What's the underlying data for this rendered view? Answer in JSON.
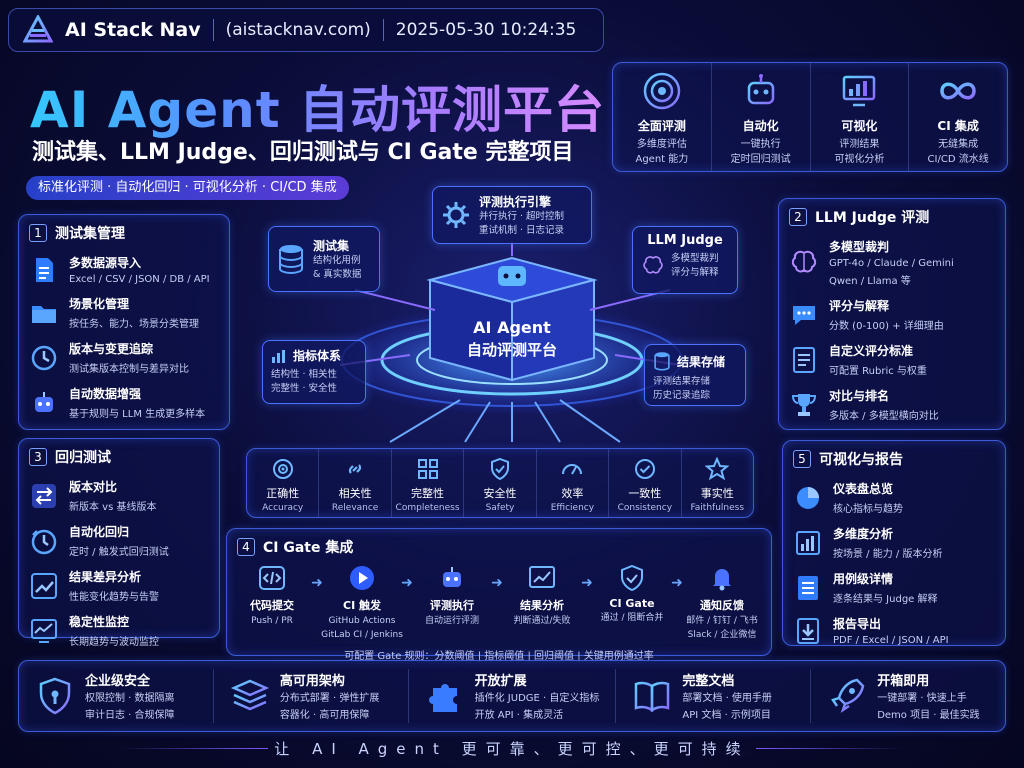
{
  "topbar": {
    "brand": "AI Stack Nav",
    "domain": "(aistacknav.com)",
    "datetime": "2025-05-30 10:24:35"
  },
  "hero": {
    "title": "AI Agent 自动评测平台",
    "subtitle": "测试集、LLM Judge、回归测试与 CI Gate 完整项目",
    "tagline": "标准化评测 · 自动化回归 · 可视化分析 · CI/CD 集成"
  },
  "features": [
    {
      "icon": "target-icon",
      "title": "全面评测",
      "desc1": "多维度评估",
      "desc2": "Agent 能力"
    },
    {
      "icon": "robot-icon",
      "title": "自动化",
      "desc1": "一键执行",
      "desc2": "定时回归测试"
    },
    {
      "icon": "chart-icon",
      "title": "可视化",
      "desc1": "评测结果",
      "desc2": "可视化分析"
    },
    {
      "icon": "infinity-icon",
      "title": "CI 集成",
      "desc1": "无缝集成",
      "desc2": "CI/CD 流水线"
    }
  ],
  "section1": {
    "num": "1",
    "title": "测试集管理",
    "items": [
      {
        "icon": "document-icon",
        "title": "多数据源导入",
        "desc": "Excel / CSV / JSON / DB / API"
      },
      {
        "icon": "folder-icon",
        "title": "场景化管理",
        "desc": "按任务、能力、场景分类管理"
      },
      {
        "icon": "clock-icon",
        "title": "版本与变更追踪",
        "desc": "测试集版本控制与差异对比"
      },
      {
        "icon": "robot-icon",
        "title": "自动数据增强",
        "desc": "基于规则与 LLM 生成更多样本"
      }
    ]
  },
  "section2": {
    "num": "2",
    "title": "LLM Judge 评测",
    "items": [
      {
        "icon": "brain-icon",
        "title": "多模型裁判",
        "desc": "GPT-4o / Claude / Gemini",
        "desc2": "Qwen / Llama 等"
      },
      {
        "icon": "chat-icon",
        "title": "评分与解释",
        "desc": "分数 (0-100) + 详细理由"
      },
      {
        "icon": "checklist-icon",
        "title": "自定义评分标准",
        "desc": "可配置 Rubric 与权重"
      },
      {
        "icon": "trophy-icon",
        "title": "对比与排名",
        "desc": "多版本 / 多模型横向对比"
      }
    ]
  },
  "section3": {
    "num": "3",
    "title": "回归测试",
    "items": [
      {
        "icon": "compare-icon",
        "title": "版本对比",
        "desc": "新版本 vs 基线版本"
      },
      {
        "icon": "timer-icon",
        "title": "自动化回归",
        "desc": "定时 / 触发式回归测试"
      },
      {
        "icon": "trend-icon",
        "title": "结果差异分析",
        "desc": "性能变化趋势与告警"
      },
      {
        "icon": "monitor-icon",
        "title": "稳定性监控",
        "desc": "长期趋势与波动监控"
      }
    ]
  },
  "section5": {
    "num": "5",
    "title": "可视化与报告",
    "items": [
      {
        "icon": "pie-icon",
        "title": "仪表盘总览",
        "desc": "核心指标与趋势"
      },
      {
        "icon": "bar-icon",
        "title": "多维度分析",
        "desc": "按场景 / 能力 / 版本分析"
      },
      {
        "icon": "list-icon",
        "title": "用例级详情",
        "desc": "逐条结果与 Judge 解释"
      },
      {
        "icon": "download-icon",
        "title": "报告导出",
        "desc": "PDF / Excel / JSON / API"
      }
    ]
  },
  "center": {
    "core_label1": "AI Agent",
    "core_label2": "自动评测平台",
    "engine": {
      "title": "评测执行引擎",
      "desc1": "并行执行 · 超时控制",
      "desc2": "重试机制 · 日志记录"
    },
    "testset": {
      "title": "测试集",
      "desc1": "结构化用例",
      "desc2": "& 真实数据"
    },
    "judge": {
      "title": "LLM Judge",
      "desc1": "多模型裁判",
      "desc2": "评分与解释"
    },
    "metrics": {
      "title": "指标体系",
      "desc1": "结构性 · 相关性",
      "desc2": "完整性 · 安全性"
    },
    "storage": {
      "title": "结果存储",
      "desc1": "评测结果存储",
      "desc2": "历史记录追踪"
    }
  },
  "metrics": [
    {
      "icon": "target-icon",
      "cn": "正确性",
      "en": "Accuracy"
    },
    {
      "icon": "link-icon",
      "cn": "相关性",
      "en": "Relevance"
    },
    {
      "icon": "grid-icon",
      "cn": "完整性",
      "en": "Completeness"
    },
    {
      "icon": "shield-icon",
      "cn": "安全性",
      "en": "Safety"
    },
    {
      "icon": "gauge-icon",
      "cn": "效率",
      "en": "Efficiency"
    },
    {
      "icon": "check-circle-icon",
      "cn": "一致性",
      "en": "Consistency"
    },
    {
      "icon": "star-icon",
      "cn": "事实性",
      "en": "Faithfulness"
    }
  ],
  "cigate": {
    "num": "4",
    "title": "CI Gate 集成",
    "steps": [
      {
        "icon": "code-icon",
        "title": "代码提交",
        "desc1": "Push / PR",
        "desc2": ""
      },
      {
        "icon": "play-icon",
        "title": "CI 触发",
        "desc1": "GitHub Actions",
        "desc2": "GitLab CI / Jenkins"
      },
      {
        "icon": "robot-icon",
        "title": "评测执行",
        "desc1": "自动运行评测",
        "desc2": ""
      },
      {
        "icon": "chart-icon",
        "title": "结果分析",
        "desc1": "判断通过/失败",
        "desc2": ""
      },
      {
        "icon": "shield-icon",
        "title": "CI Gate",
        "desc1": "通过 / 阻断合并",
        "desc2": ""
      },
      {
        "icon": "bell-icon",
        "title": "通知反馈",
        "desc1": "邮件 / 钉钉 / 飞书",
        "desc2": "Slack / 企业微信"
      }
    ],
    "rules": "可配置 Gate 规则：分数阈值  |  指标阈值  |  回归阈值  |  关键用例通过率"
  },
  "bottom": [
    {
      "icon": "security-icon",
      "title": "企业级安全",
      "desc1": "权限控制 · 数据隔离",
      "desc2": "审计日志 · 合规保障"
    },
    {
      "icon": "layers-icon",
      "title": "高可用架构",
      "desc1": "分布式部署 · 弹性扩展",
      "desc2": "容器化 · 高可用保障"
    },
    {
      "icon": "puzzle-icon",
      "title": "开放扩展",
      "desc1": "插件化 JUDGE · 自定义指标",
      "desc2": "开放 API · 集成灵活"
    },
    {
      "icon": "book-icon",
      "title": "完整文档",
      "desc1": "部署文档 · 使用手册",
      "desc2": "API 文档 · 示例项目"
    },
    {
      "icon": "rocket-icon",
      "title": "开箱即用",
      "desc1": "一键部署 · 快速上手",
      "desc2": "Demo 项目 · 最佳实践"
    }
  ],
  "slogan": "让 AI Agent 更可靠、更可控、更可持续",
  "colors": {
    "accent": "#4a72ff",
    "cyan": "#35c8ff",
    "purple": "#a77bff",
    "bg": "#0b0d3a"
  }
}
